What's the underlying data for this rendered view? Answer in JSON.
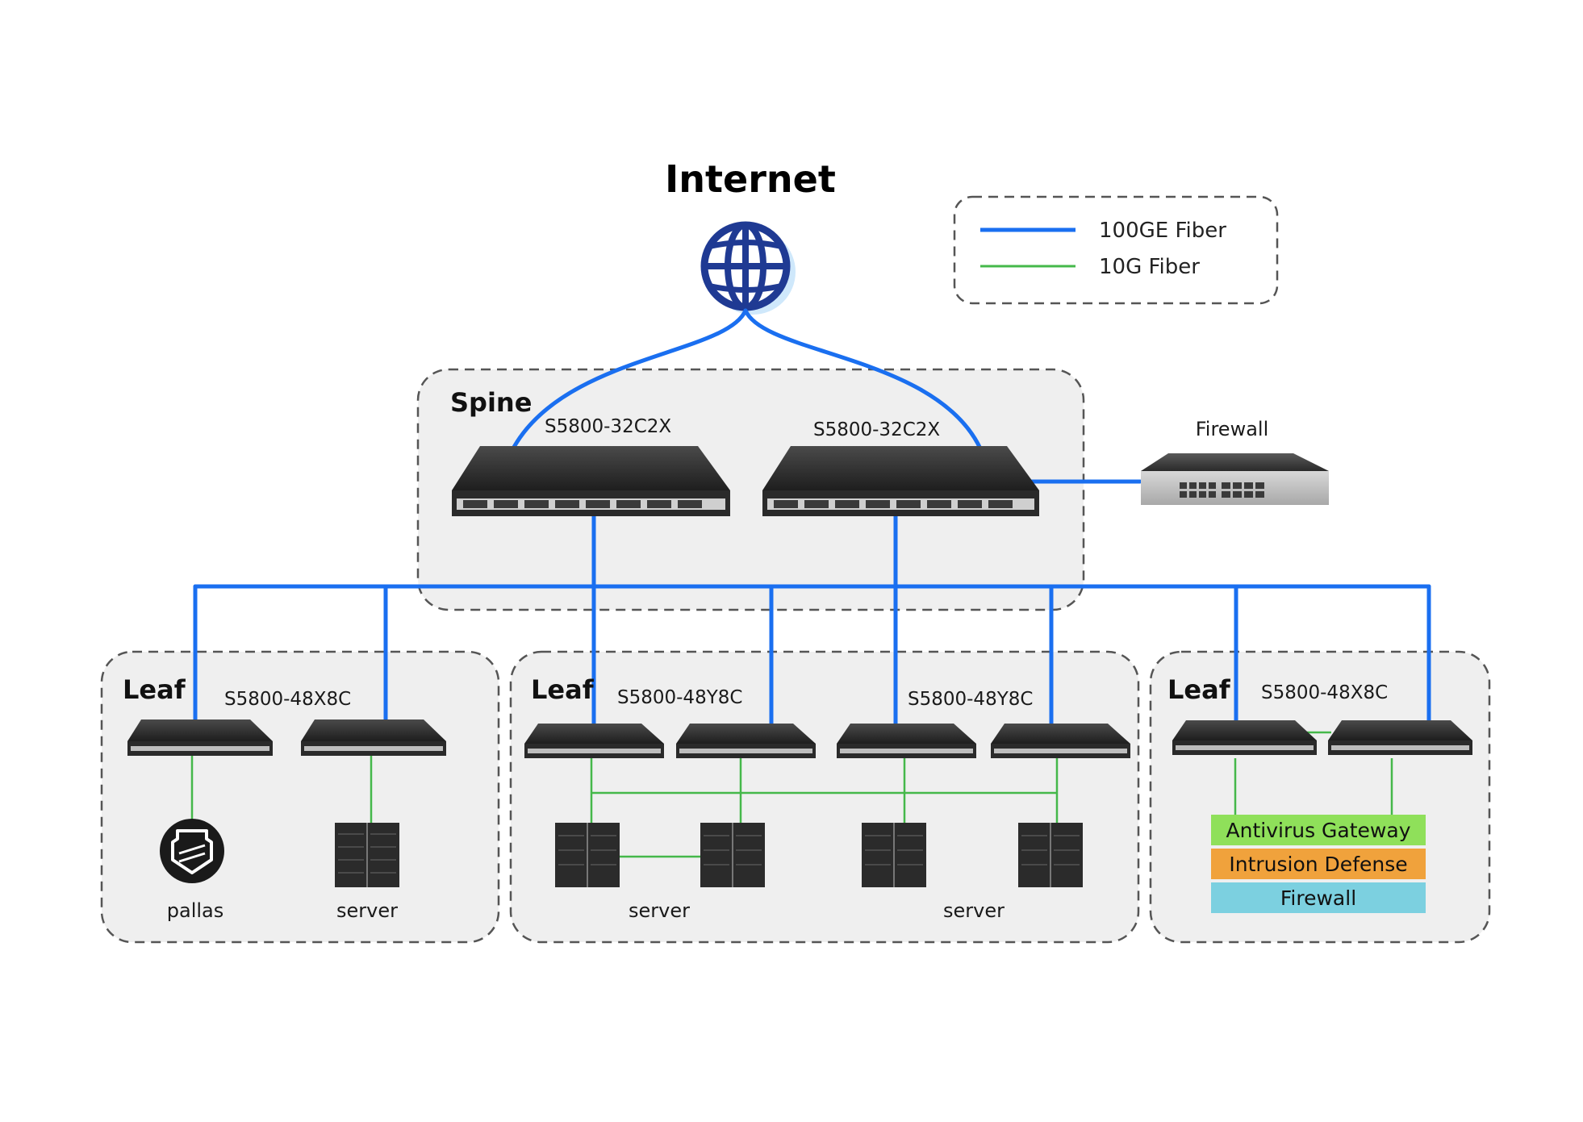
{
  "colors": {
    "fiber_100ge": "#1a6ff0",
    "fiber_10g": "#45b84a",
    "zone_bg": "#efefef",
    "globe": "#1f3a93",
    "antivirus": "#8fe05a",
    "intrusion": "#f0a23c",
    "firewall_band": "#7cd0e0"
  },
  "title": "Internet",
  "legend": {
    "items": [
      {
        "label": "100GE Fiber",
        "color": "#1a6ff0"
      },
      {
        "label": "10G Fiber",
        "color": "#45b84a"
      }
    ]
  },
  "spine": {
    "title": "Spine",
    "switches": [
      {
        "model": "S5800-32C2X"
      },
      {
        "model": "S5800-32C2X"
      }
    ]
  },
  "firewall": {
    "label": "Firewall"
  },
  "leaf_left": {
    "title": "Leaf",
    "model": "S5800-48X8C",
    "devices": [
      "pallas",
      "server"
    ]
  },
  "leaf_middle": {
    "title": "Leaf",
    "models": [
      "S5800-48Y8C",
      "S5800-48Y8C"
    ],
    "devices": [
      "server",
      "server"
    ]
  },
  "leaf_right": {
    "title": "Leaf",
    "model": "S5800-48X8C",
    "security": [
      "Antivirus Gateway",
      "Intrusion Defense",
      "Firewall"
    ]
  }
}
